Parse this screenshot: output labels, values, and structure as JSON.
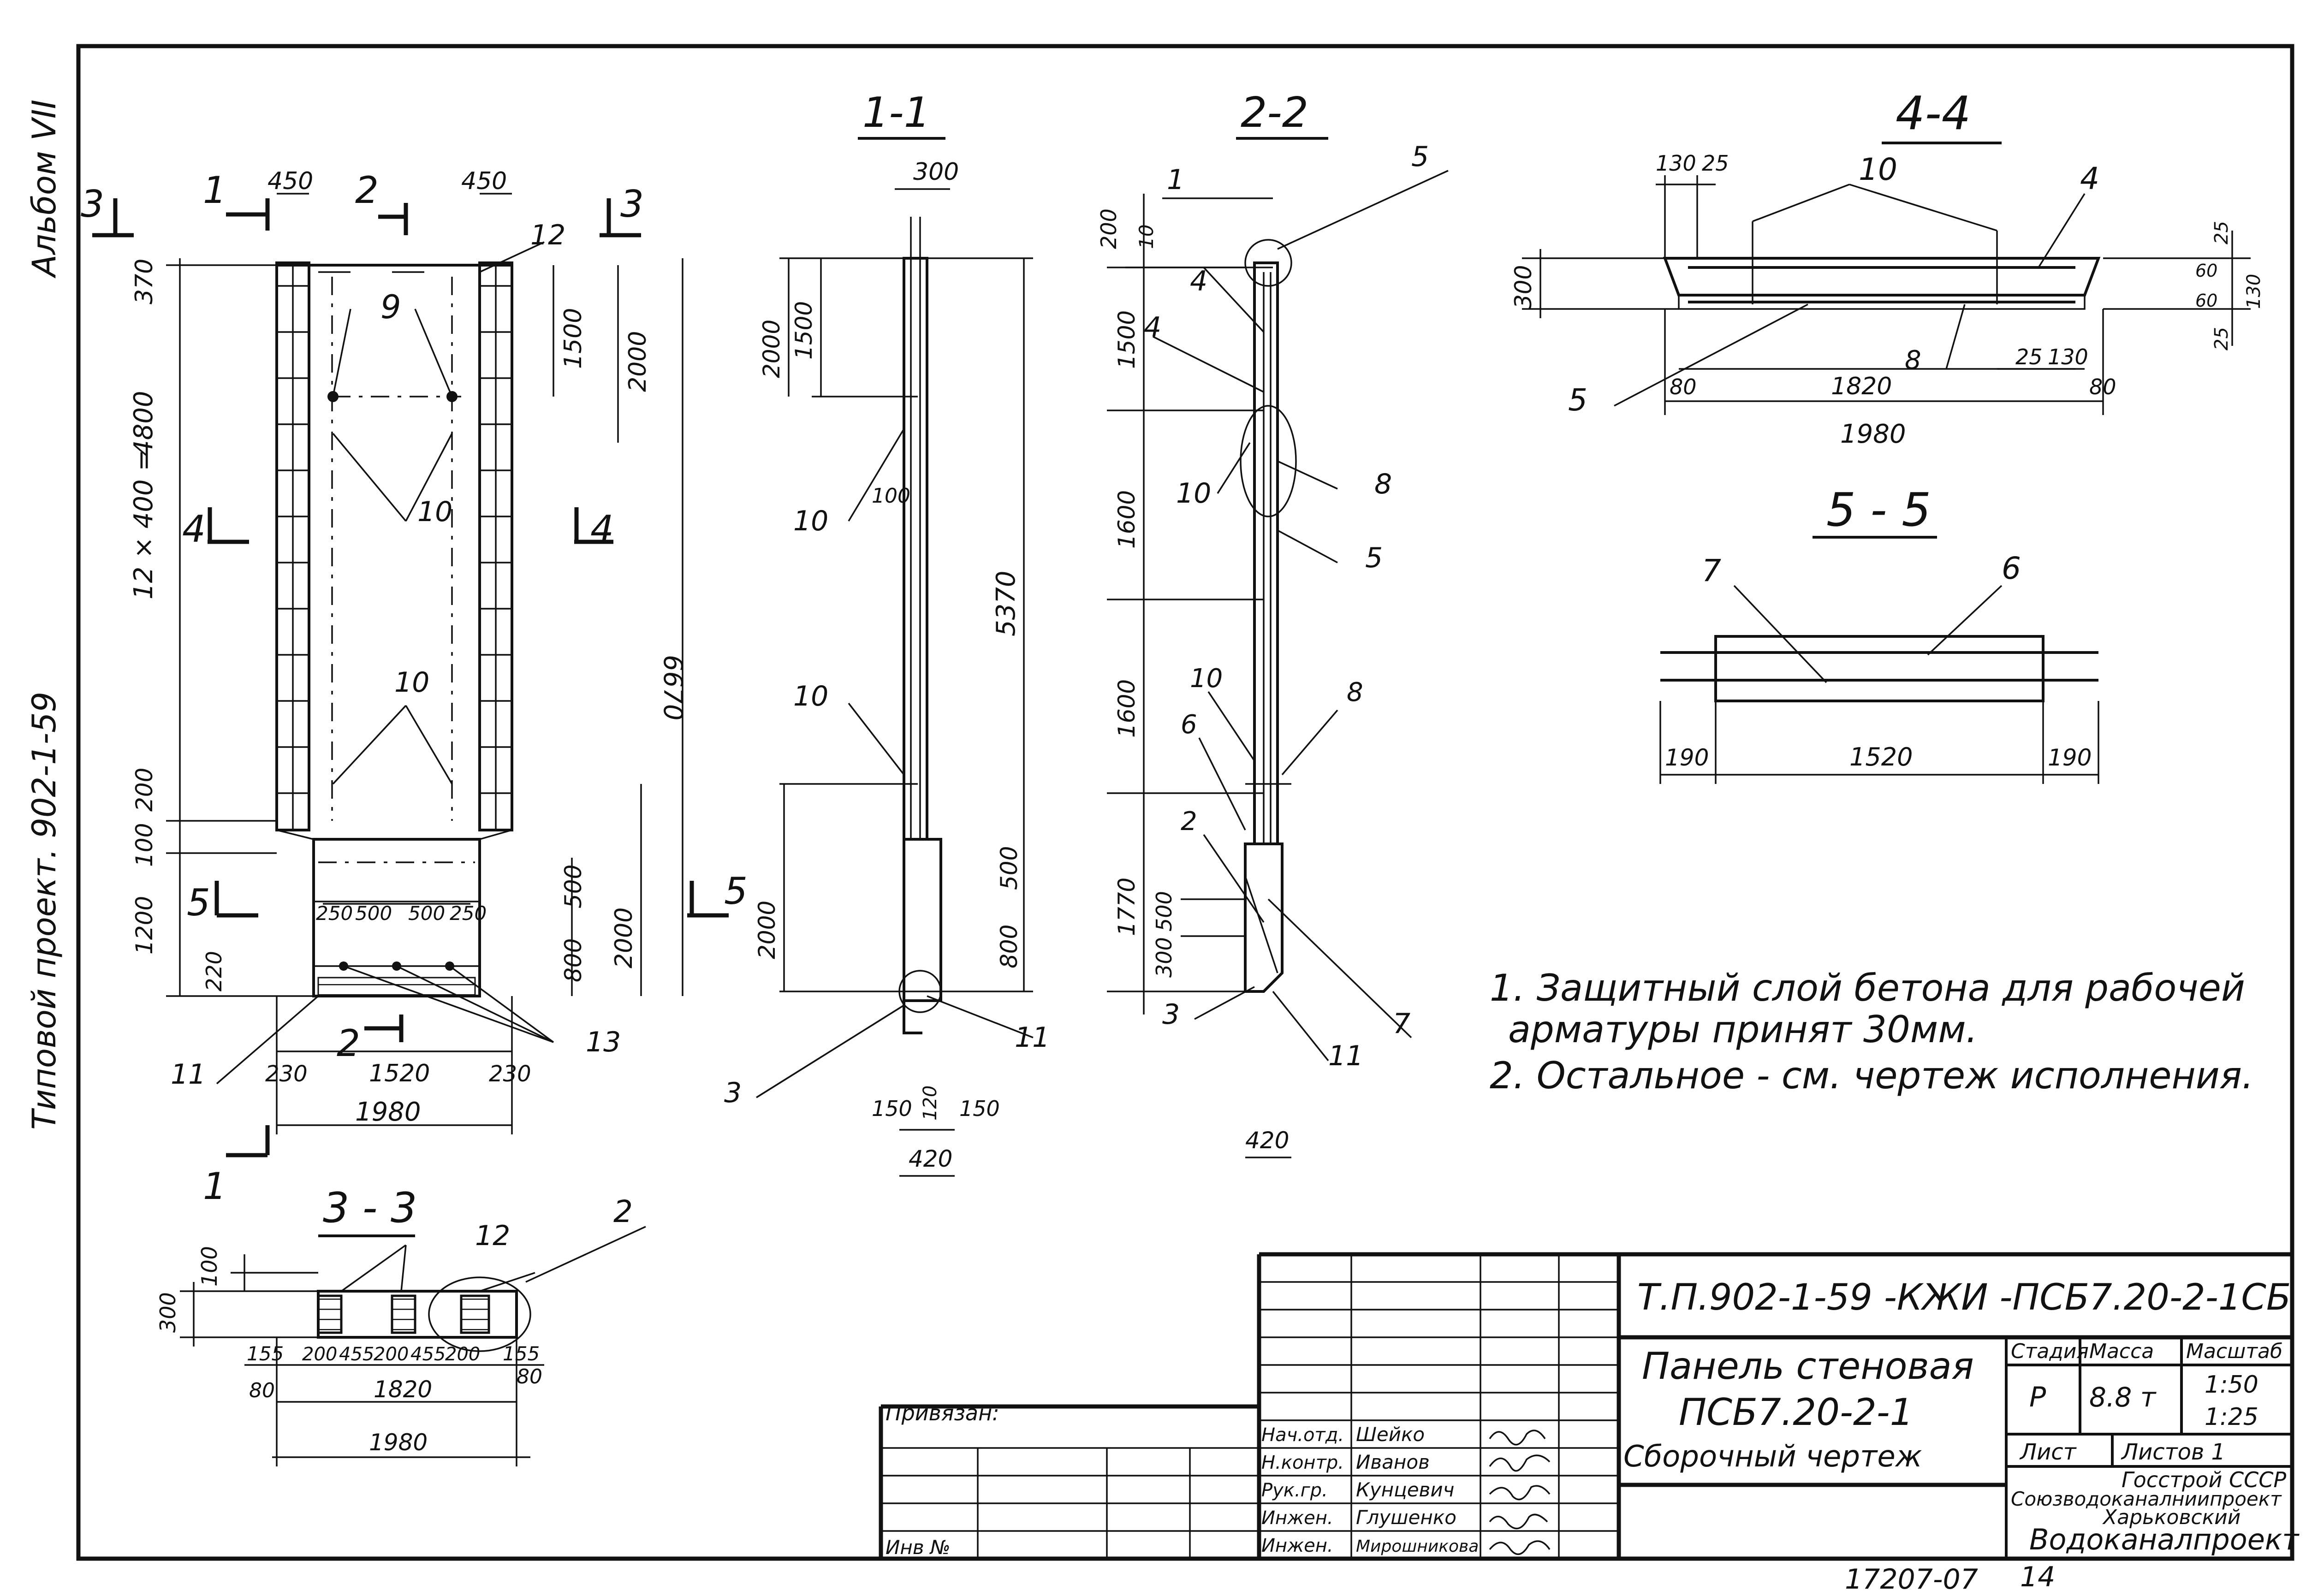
{
  "side": {
    "album": "Альбом VII",
    "project": "Типовой проект. 902-1-59"
  },
  "sections": {
    "s11": "1-1",
    "s22": "2-2",
    "s33": "3 - 3",
    "s44": "4-4",
    "s55": "5 - 5"
  },
  "cut_marks": {
    "c1": "1",
    "c2": "2",
    "c3": "3",
    "c4": "4",
    "c5": "5"
  },
  "elevation_dims": {
    "top450a": "450",
    "top450b": "450",
    "d370": "370",
    "d12x400": "12 × 400 =",
    "d4800": "4800",
    "d200": "200",
    "d100": "100",
    "d1200": "1200",
    "d220": "220",
    "d1500": "1500",
    "d2000a": "2000",
    "d6670": "6670",
    "d500": "500",
    "d2000b": "2000",
    "d800": "800",
    "bot250a": "250",
    "bot500a": "500",
    "bot500b": "500",
    "bot250b": "250",
    "bot230a": "230",
    "bot1520": "1520",
    "bot230b": "230",
    "bot1980": "1980"
  },
  "elevation_marks": {
    "m9": "9",
    "m10a": "10",
    "m10b": "10",
    "m11": "11",
    "m12": "12",
    "m13": "13"
  },
  "sec11_dims": {
    "d300": "300",
    "d2000": "2000",
    "d1500": "1500",
    "d100": "100",
    "d5370": "5370",
    "d2000b": "2000",
    "d500": "500",
    "d800": "800",
    "d150a": "150",
    "d120": "120",
    "d150b": "150",
    "d420": "420",
    "m10a": "10",
    "m10b": "10",
    "m3": "3",
    "m11": "11"
  },
  "sec22_dims": {
    "d200": "200",
    "d10": "10",
    "d1500": "1500",
    "d1600a": "1600",
    "d1600b": "1600",
    "d1770": "1770",
    "d500": "500",
    "d300": "300",
    "d420": "420",
    "m1": "1",
    "m5a": "5",
    "m4a": "4",
    "m4b": "4",
    "m10a": "10",
    "m8a": "8",
    "m5b": "5",
    "m10b": "10",
    "m8b": "8",
    "m6": "6",
    "m2": "2",
    "m3": "3",
    "m11": "11",
    "m7": "7"
  },
  "sec44_dims": {
    "d130": "130",
    "d25a": "25",
    "m10": "10",
    "m4": "4",
    "d25b": "25",
    "d60a": "60",
    "d130r": "130",
    "d60b": "60",
    "d25c": "25",
    "d300": "300",
    "m5": "5",
    "d80a": "80",
    "d1820": "1820",
    "m8": "8",
    "d25d": "25",
    "d130b": "130",
    "d80b": "80",
    "d1980": "1980"
  },
  "sec55_dims": {
    "m7": "7",
    "m6": "6",
    "d190a": "190",
    "d1520": "1520",
    "d190b": "190"
  },
  "sec33_dims": {
    "d100": "100",
    "d300": "300",
    "m12": "12",
    "m2": "2",
    "b155a": "155",
    "b200a": "200",
    "b455a": "455",
    "b200b": "200",
    "b455b": "455",
    "b200c": "200",
    "b155b": "155",
    "b80a": "80",
    "b1820": "1820",
    "b80b": "80",
    "b1980": "1980"
  },
  "notes": {
    "n1a": "1. Защитный слой  бетона для рабочей",
    "n1b": "арматуры принят 30мм.",
    "n2": "2. Остальное - см. чертеж исполнения."
  },
  "title_block": {
    "code": "Т.П.902-1-59 -КЖИ -ПСБ7.20-2-1СБ",
    "bound": "Привязан:",
    "inv": "Инв №",
    "title1": "Панель стеновая",
    "title2": "ПСБ7.20-2-1",
    "title3": "Сборочный чертеж",
    "stage_h": "Стадия",
    "mass_h": "Масса",
    "scale_h": "Масштаб",
    "stage": "Р",
    "mass": "8.8 т",
    "scale1": "1:50",
    "scale2": "1:25",
    "sheet": "Лист",
    "sheets": "Листов 1",
    "org1": "Госстрой СССР",
    "org2": "Союзводоканалниипроект",
    "org3": "Харьковский",
    "org4": "Водоканалпроект",
    "roles": [
      {
        "role": "Нач.отд.",
        "name": "Шейко"
      },
      {
        "role": "Н.контр.",
        "name": "Иванов"
      },
      {
        "role": "Рук.гр.",
        "name": "Кунцевич"
      },
      {
        "role": "Инжен.",
        "name": "Глушенко"
      },
      {
        "role": "Инжен.",
        "name": "Мирошникова"
      }
    ],
    "footer1": "17207-07",
    "footer2": "14"
  }
}
